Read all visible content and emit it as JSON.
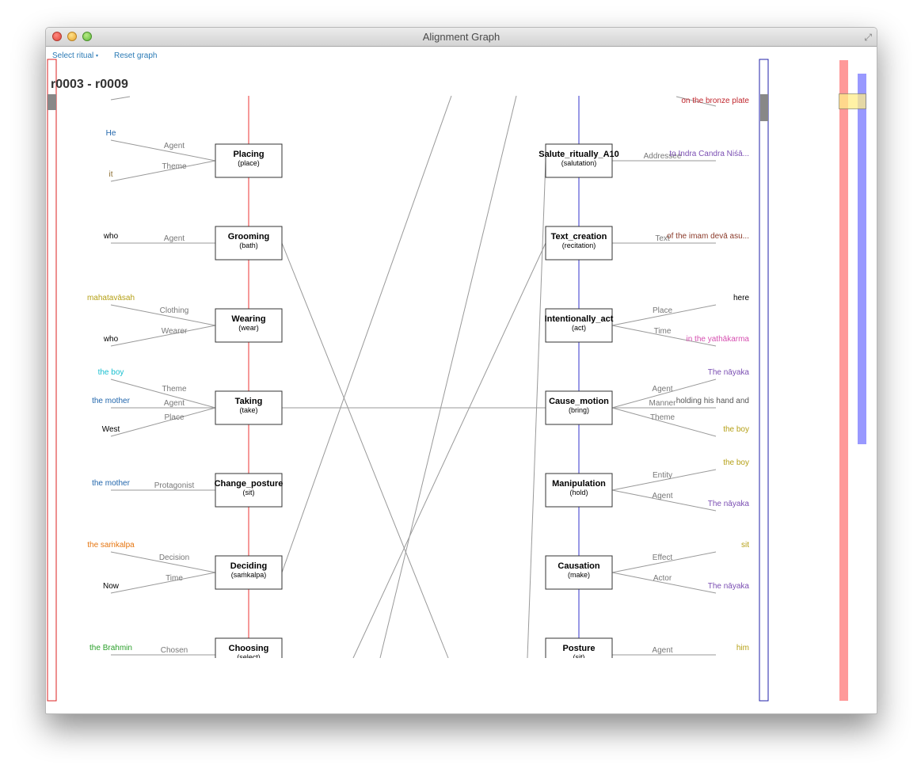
{
  "window": {
    "title": "Alignment Graph"
  },
  "toolbar": {
    "select_label": "Select ritual",
    "select_caret": "▾",
    "reset_label": "Reset graph"
  },
  "graph": {
    "title": "r0003 - r0009",
    "left_frames": [
      {
        "name": "Placing",
        "sub": "(place)",
        "args": [
          {
            "label": "He",
            "role": "Agent",
            "color": "#2166ac"
          },
          {
            "label": "it",
            "role": "Theme",
            "color": "#8c6d31"
          }
        ]
      },
      {
        "name": "Grooming",
        "sub": "(bath)",
        "args": [
          {
            "label": "who",
            "role": "Agent",
            "color": "#000000"
          }
        ]
      },
      {
        "name": "Wearing",
        "sub": "(wear)",
        "args": [
          {
            "label": "mahatavāsah",
            "role": "Clothing",
            "color": "#b5a016"
          },
          {
            "label": "who",
            "role": "Wearer",
            "color": "#000000"
          }
        ]
      },
      {
        "name": "Taking",
        "sub": "(take)",
        "args": [
          {
            "label": "the boy",
            "role": "Theme",
            "color": "#17becf"
          },
          {
            "label": "the mother",
            "role": "Agent",
            "color": "#2166ac"
          },
          {
            "label": "West",
            "role": "Place",
            "color": "#000000"
          }
        ]
      },
      {
        "name": "Change_posture",
        "sub": "(sit)",
        "args": [
          {
            "label": "the mother",
            "role": "Protagonist",
            "color": "#2166ac"
          }
        ]
      },
      {
        "name": "Deciding",
        "sub": "(saṁkalpa)",
        "args": [
          {
            "label": "the saṁkalpa",
            "role": "Decision",
            "color": "#e6750f"
          },
          {
            "label": "Now",
            "role": "Time",
            "color": "#000000"
          }
        ]
      },
      {
        "name": "Choosing",
        "sub": "(select)",
        "args": [
          {
            "label": "the Brahmin",
            "role": "Chosen",
            "color": "#2ca02c"
          }
        ]
      }
    ],
    "right_frames": [
      {
        "name": "Salute_ritually_A10",
        "sub": "(salutation)",
        "args": [
          {
            "label": "to Indra Candra Niśā...",
            "role": "Addressee",
            "color": "#7b4fb3"
          }
        ]
      },
      {
        "name": "Text_creation",
        "sub": "(recitation)",
        "args": [
          {
            "label": "of the imam devā asu...",
            "role": "Text",
            "color": "#8b3a2a"
          }
        ]
      },
      {
        "name": "Intentionally_act",
        "sub": "(act)",
        "args": [
          {
            "label": "here",
            "role": "Place",
            "color": "#000000"
          },
          {
            "label": "in the yathākarma",
            "role": "Time",
            "color": "#d64fb0"
          }
        ]
      },
      {
        "name": "Cause_motion",
        "sub": "(bring)",
        "args": [
          {
            "label": "The nāyaka",
            "role": "Agent",
            "color": "#7b4fb3"
          },
          {
            "label": "holding his hand and",
            "role": "Manner",
            "color": "#555555"
          },
          {
            "label": "the boy",
            "role": "Theme",
            "color": "#b5a016"
          }
        ]
      },
      {
        "name": "Manipulation",
        "sub": "(hold)",
        "args": [
          {
            "label": "the boy",
            "role": "Entity",
            "color": "#b5a016"
          },
          {
            "label": "The nāyaka",
            "role": "Agent",
            "color": "#7b4fb3"
          }
        ]
      },
      {
        "name": "Causation",
        "sub": "(make)",
        "args": [
          {
            "label": "sit",
            "role": "Effect",
            "color": "#b5a016"
          },
          {
            "label": "The nāyaka",
            "role": "Actor",
            "color": "#7b4fb3"
          }
        ]
      },
      {
        "name": "Posture",
        "sub": "(sit)",
        "args": [
          {
            "label": "him",
            "role": "Agent",
            "color": "#b5a016"
          }
        ]
      }
    ],
    "right_top_label": {
      "label": "on the bronze plate",
      "color": "#c0262d"
    },
    "colors": {
      "left_timeline": "#ee3333",
      "right_timeline": "#3333cc",
      "alignment": "#999999",
      "arg_line": "#999999"
    }
  },
  "minimap": {
    "left_color": "#ff9999",
    "right_color": "#9999ff",
    "highlight_color": "#ffee88"
  }
}
